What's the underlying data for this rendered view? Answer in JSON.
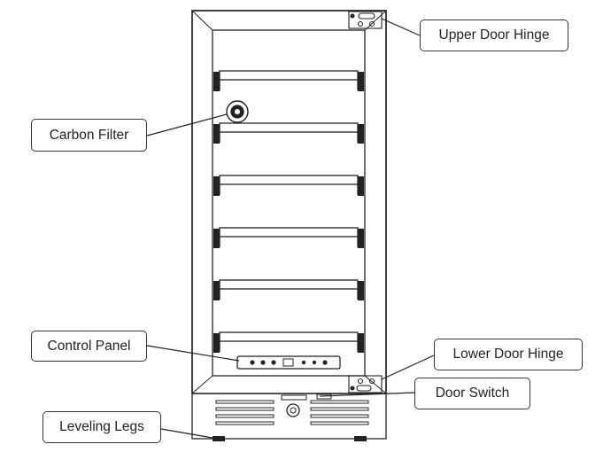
{
  "labels": {
    "upper_door_hinge": "Upper Door Hinge",
    "carbon_filter": "Carbon Filter",
    "control_panel": "Control Panel",
    "lower_door_hinge": "Lower Door Hinge",
    "door_switch": "Door Switch",
    "leveling_legs": "Leveling Legs"
  },
  "shelf_count": 6,
  "colors": {
    "line": "#222222",
    "background": "#ffffff"
  }
}
